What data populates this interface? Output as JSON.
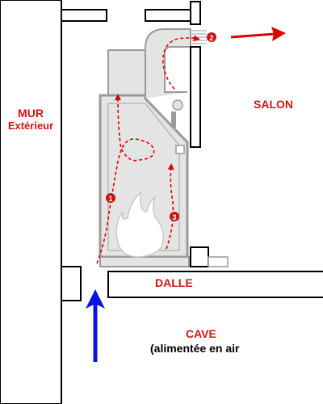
{
  "labels": {
    "wall_line1": "MUR",
    "wall_line2": "Extérieur",
    "living_room": "SALON",
    "slab": "DALLE",
    "cellar_line1": "CAVE",
    "cellar_line2": "(alimentée en air"
  },
  "markers": [
    "1",
    "2",
    "3"
  ],
  "colors": {
    "label_red": "#d41414",
    "airflow_red": "#e00000",
    "intake_blue": "#0a14e0",
    "structure_outline": "#000000",
    "appliance_frame": "#9a9a9a",
    "appliance_fill": "#e4e4e4"
  }
}
